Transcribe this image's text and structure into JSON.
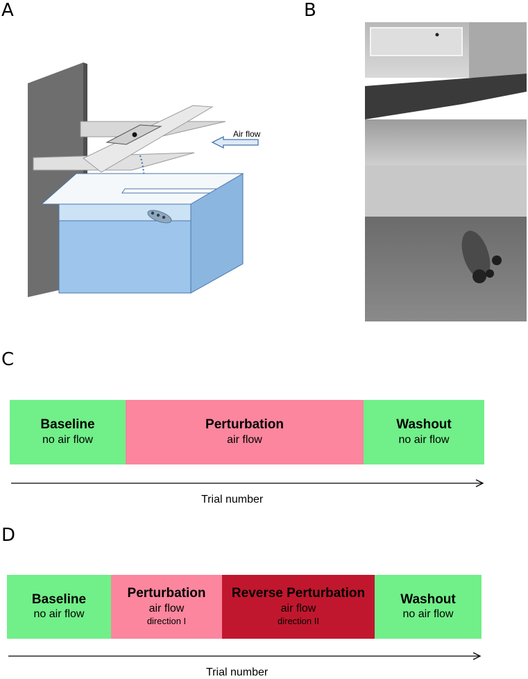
{
  "panels": {
    "a": "A",
    "b": "B",
    "c": "C",
    "d": "D"
  },
  "apparatus": {
    "airflow_label": "Air flow"
  },
  "timeline_c": {
    "phases": [
      {
        "title": "Baseline",
        "sub": "no air flow",
        "color": "#71ef89"
      },
      {
        "title": "Perturbation",
        "sub": "air flow",
        "color": "#fb869e"
      },
      {
        "title": "Washout",
        "sub": "no air flow",
        "color": "#71ef89"
      }
    ],
    "axis_label": "Trial number"
  },
  "timeline_d": {
    "phases": [
      {
        "title": "Baseline",
        "sub": "no air flow",
        "color": "#71ef89"
      },
      {
        "title": "Perturbation",
        "sub": "air flow",
        "sub2": "direction I",
        "color": "#fb869e"
      },
      {
        "title": "Reverse Perturbation",
        "sub": "air flow",
        "sub2": "direction II",
        "color": "#c1172e"
      },
      {
        "title": "Washout",
        "sub": "no air flow",
        "color": "#71ef89"
      }
    ],
    "axis_label": "Trial number"
  }
}
